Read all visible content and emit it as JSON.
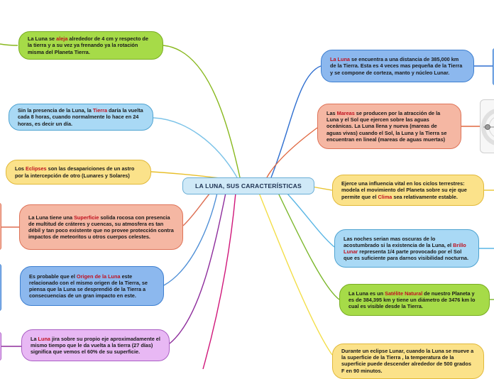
{
  "center": {
    "title": "LA LUNA, SUS CARACTERÍSTICAS"
  },
  "nodes": [
    {
      "id": "orbit",
      "parts": [
        [
          "La Luna se ",
          false
        ],
        [
          "aleja",
          true
        ],
        [
          " alrededor de 4 cm y respecto de la tierra y a su vez ya frenando ya la rotación misma del Planeta Tierra.",
          false
        ]
      ]
    },
    {
      "id": "day",
      "parts": [
        [
          "Sin la presencia de la Luna, la ",
          false
        ],
        [
          "Tierra",
          true
        ],
        [
          " daría la vuelta cada 8 horas, cuando normalmente lo hace en 24 horas, es decir un día.",
          false
        ]
      ]
    },
    {
      "id": "eclipses",
      "parts": [
        [
          "Los ",
          false
        ],
        [
          "Eclipses",
          true
        ],
        [
          " son las desapariciones de un astro por la intercepción de otro (Lunares y Solares)",
          false
        ]
      ]
    },
    {
      "id": "surface",
      "parts": [
        [
          "La Luna tiene una ",
          false
        ],
        [
          "Superficie",
          true
        ],
        [
          " solida rocosa con presencia de multitud de cráteres y cuencas, su atmosfera es tan débil y tan poco existente que no provee protección contra impactos de meteoritos u otros cuerpos celestes.",
          false
        ]
      ]
    },
    {
      "id": "origin",
      "parts": [
        [
          "Es probable que el ",
          false
        ],
        [
          "Origen de la Luna",
          true
        ],
        [
          " este relacionado con el mismo origen de la Tierra, se piensa que la Luna se desprendió de la Tierra a consecuencias de un gran impacto en este.",
          false
        ]
      ]
    },
    {
      "id": "rotation",
      "parts": [
        [
          "La ",
          false
        ],
        [
          "Luna",
          true
        ],
        [
          " jira sobre su propio eje aproximadamente el mismo tiempo que le da vuelta a la tierra (27 días) significa que vemos el 60% de su superficie.",
          false
        ]
      ]
    },
    {
      "id": "distance",
      "parts": [
        [
          "La Luna",
          true
        ],
        [
          " se encuentra a una distancia de 385,000 km de la Tierra. Esta es 4 veces mas pequeña de la Tierra y se compone de corteza, manto y núcleo Lunar.",
          false
        ]
      ]
    },
    {
      "id": "tides",
      "parts": [
        [
          "Las ",
          false
        ],
        [
          "Mareas",
          true
        ],
        [
          " se producen por la atracción de la Luna y el Sol que ejercen sobre las aguas oceánicas. La Luna llena y nueva (mareas de aguas vivas) cuando el Sol, la Luna y la Tierra se encuentran en lineal (mareas de aguas muertas)",
          false
        ]
      ]
    },
    {
      "id": "climate",
      "parts": [
        [
          "Ejerce una influencia vital en los ciclos terrestres: modela el movimiento del Planeta sobre su eje que permite que el ",
          false
        ],
        [
          "Clima",
          true
        ],
        [
          " sea relativamente estable.",
          false
        ]
      ]
    },
    {
      "id": "glow",
      "parts": [
        [
          "Las noches serian mas oscuras de lo acostumbrado si la existencia de la Luna, el ",
          false
        ],
        [
          "Brillo Lunar",
          true
        ],
        [
          " representa 1/4 parte provocado por el Sol que es suficiente para darnos visibilidad nocturna.",
          false
        ]
      ]
    },
    {
      "id": "satellite",
      "parts": [
        [
          "La Luna es un ",
          false
        ],
        [
          "Satélite Natural",
          true
        ],
        [
          " de nuestro Planeta y es de 384,395 km y tiene un diámetro de 3476 km lo cual es visible desde la Tierra.",
          false
        ]
      ]
    },
    {
      "id": "lunar-eclipse",
      "parts": [
        [
          "Durante un eclipse Lunar, cuando la Luna se mueve a la superficie de la Tierra , la temperatura de la superficie puede descender alrededor de 500 grados F en 90 minutos.",
          false
        ]
      ]
    }
  ]
}
